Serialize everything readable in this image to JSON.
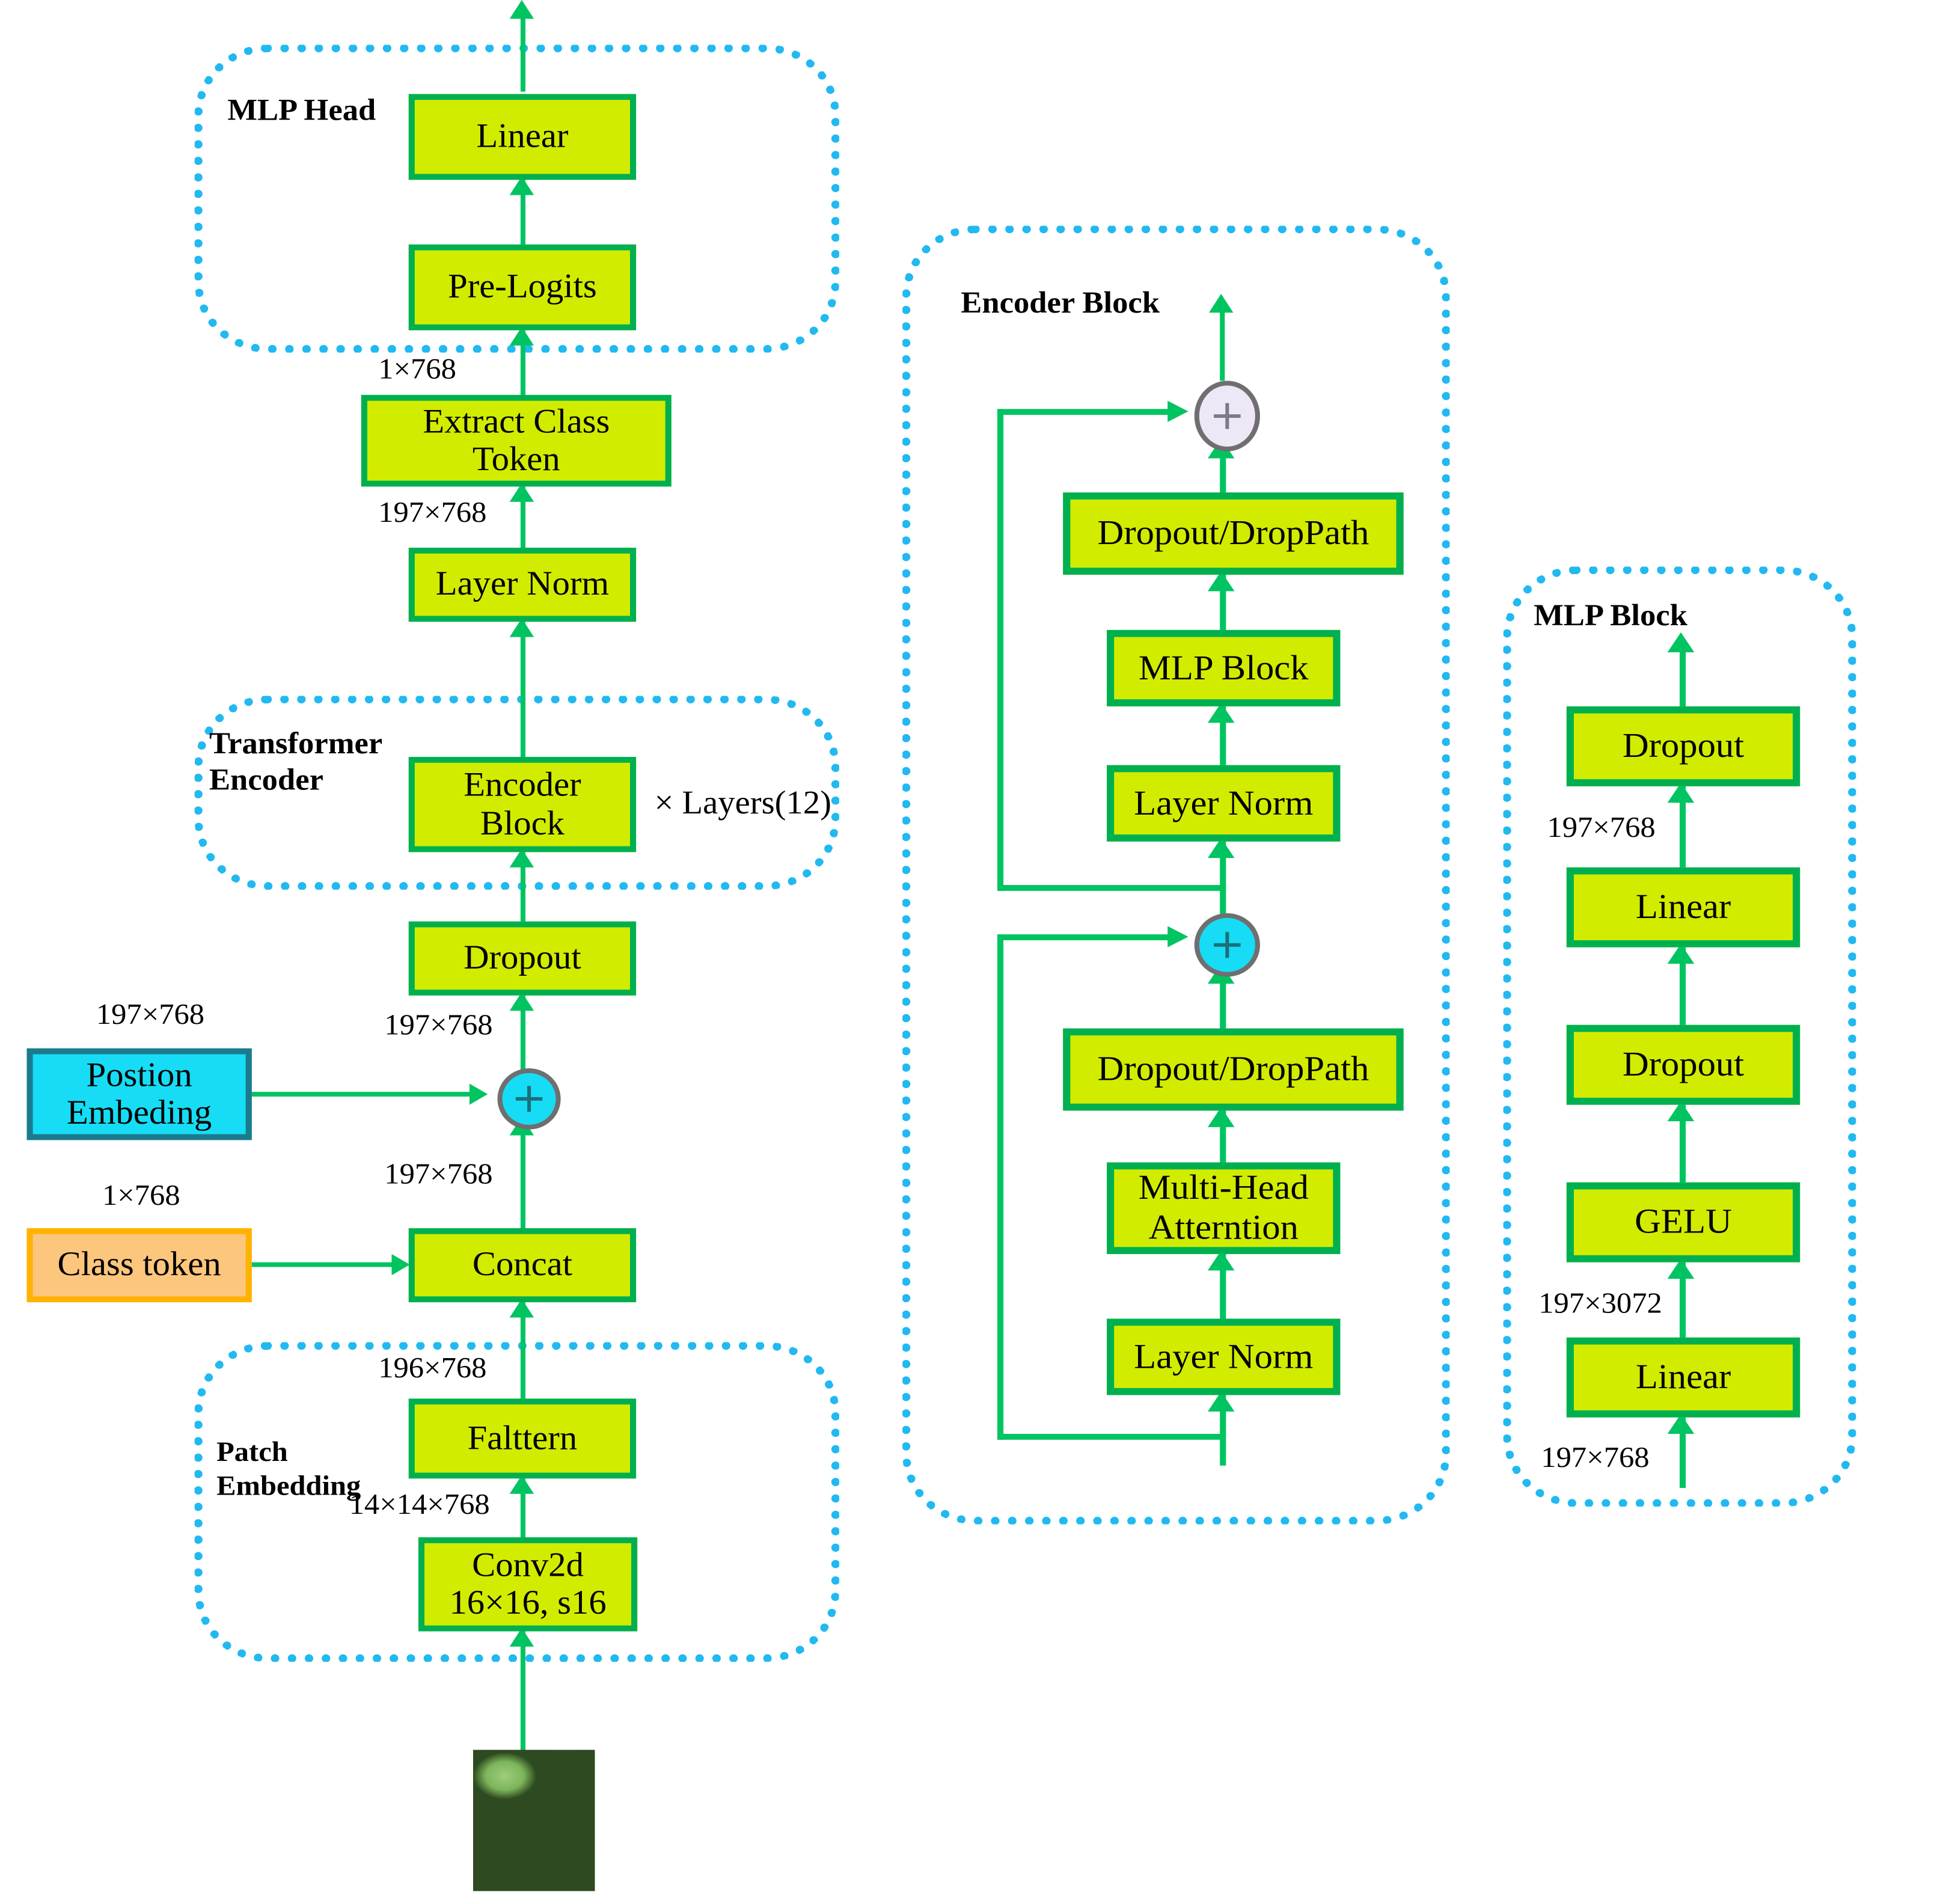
{
  "figure": {
    "title": "Vision Transformer (ViT) architecture diagram",
    "colors": {
      "node_fill": "#d2ec00",
      "node_border": "#00b050",
      "group_border": "#21b9f0",
      "arrow": "#00c461",
      "position_embedding_fill": "#16dcf5",
      "position_embedding_border": "#1b7b8c",
      "class_token_fill": "#fcc67d",
      "class_token_border": "#ffb300",
      "plus_cyan_fill": "#17dcf5",
      "plus_pale_fill": "#eee7f5",
      "plus_border": "#6f6f6f"
    }
  },
  "groups": {
    "mlp_head": {
      "label": "MLP Head"
    },
    "transformer_encoder": {
      "label": "Transformer\nEncoder"
    },
    "patch_embedding": {
      "label": "Patch\nEmbedding"
    },
    "encoder_block": {
      "label": "Encoder Block"
    },
    "mlp_block": {
      "label": "MLP Block"
    }
  },
  "main_column": {
    "nodes": [
      {
        "id": "linear",
        "label": "Linear"
      },
      {
        "id": "pre_logits",
        "label": "Pre-Logits"
      },
      {
        "id": "extract_class_token",
        "label": "Extract Class\nToken"
      },
      {
        "id": "layer_norm",
        "label": "Layer Norm"
      },
      {
        "id": "encoder_block",
        "label": "Encoder\nBlock"
      },
      {
        "id": "dropout",
        "label": "Dropout"
      },
      {
        "id": "concat",
        "label": "Concat"
      },
      {
        "id": "flatten",
        "label": "Falttern"
      },
      {
        "id": "conv2d",
        "label": "Conv2d\n16×16, s16"
      }
    ],
    "side_nodes": [
      {
        "id": "position_embedding",
        "label": "Postion\nEmbeding"
      },
      {
        "id": "class_token",
        "label": "Class token"
      }
    ],
    "layers_note": "× Layers(12)",
    "dims": {
      "class_token_out": "1×768",
      "layer_norm_out": "197×768",
      "encoder_out": "197×768",
      "pos_embed_out": "197×768",
      "add_out": "197×768",
      "concat_out": "197×768",
      "class_token_dim": "1×768",
      "flatten_out": "196×768",
      "conv_out": "14×14×768"
    }
  },
  "encoder_block_column": {
    "nodes": [
      {
        "id": "dropout_droppath_top",
        "label": "Dropout/DropPath"
      },
      {
        "id": "mlp_block",
        "label": "MLP Block"
      },
      {
        "id": "layer_norm_upper",
        "label": "Layer Norm"
      },
      {
        "id": "dropout_droppath_bottom",
        "label": "Dropout/DropPath"
      },
      {
        "id": "multi_head_attention",
        "label": "Multi-Head\nAtterntion"
      },
      {
        "id": "layer_norm_lower",
        "label": "Layer Norm"
      }
    ]
  },
  "mlp_block_column": {
    "nodes": [
      {
        "id": "dropout_2",
        "label": "Dropout"
      },
      {
        "id": "linear_2",
        "label": "Linear"
      },
      {
        "id": "dropout_1",
        "label": "Dropout"
      },
      {
        "id": "gelu",
        "label": "GELU"
      },
      {
        "id": "linear_1",
        "label": "Linear"
      }
    ],
    "dims": {
      "linear2_out": "197×768",
      "gelu_in": "197×3072",
      "block_in": "197×768"
    }
  },
  "plus_symbol": "+"
}
